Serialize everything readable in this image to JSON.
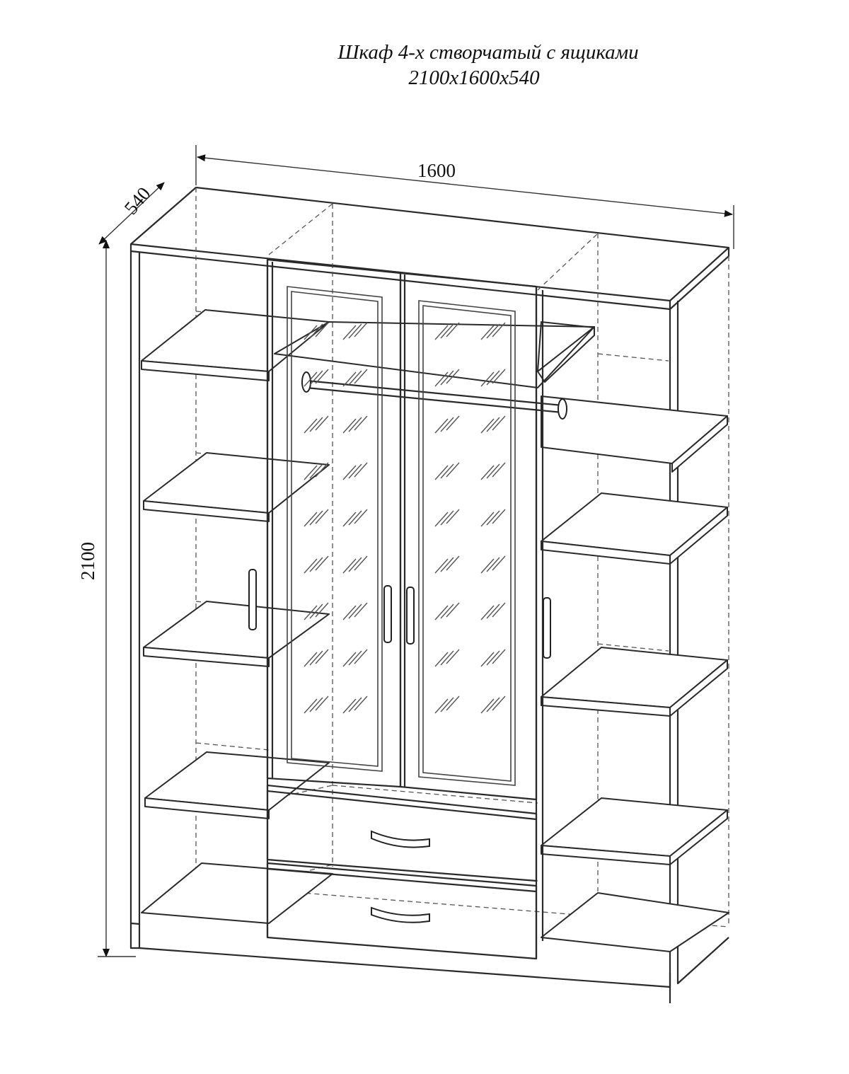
{
  "title": {
    "line1": "Шкаф 4-х створчатый с ящиками",
    "line2": "2100x1600x540"
  },
  "dimensions": {
    "width": "1600",
    "depth": "540",
    "height": "2100"
  }
}
